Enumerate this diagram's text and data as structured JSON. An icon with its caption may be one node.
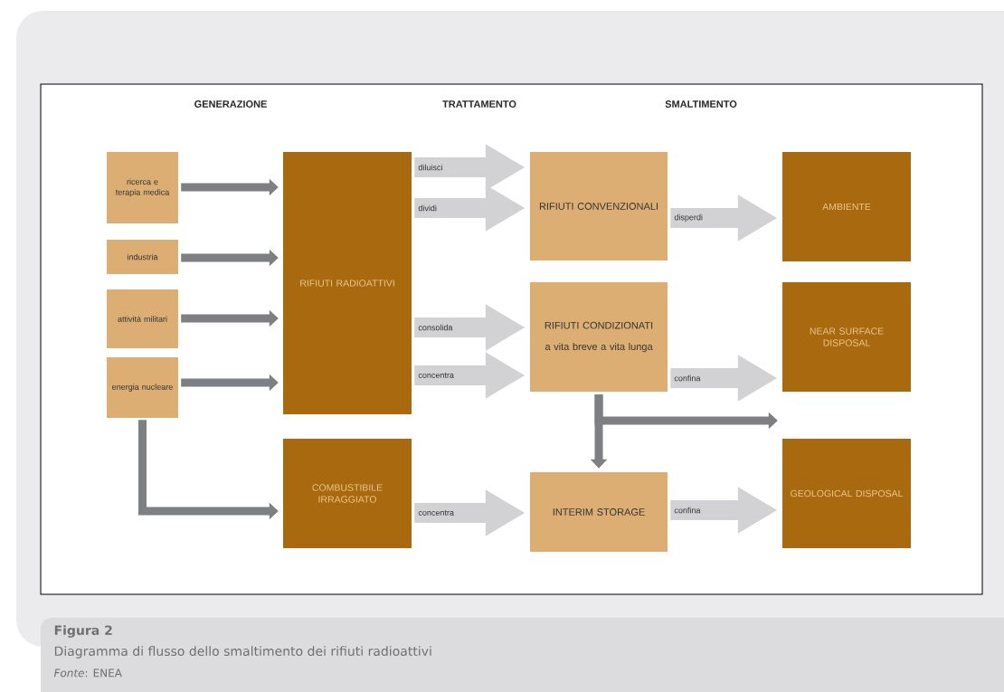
{
  "diagram": {
    "caption": "Diagramma di flusso dello smaltimento dei rifiuti radioattivi",
    "nodes": [
      {
        "text": [
          "ricerca e terapia medica"
        ]
      },
      {
        "text": [
          "industria"
        ]
      },
      {
        "text": [
          "attività militari"
        ]
      },
      {
        "text": [
          "energia nucleare"
        ]
      },
      {
        "text": [
          "RIFIUTI RADIOATTIVI"
        ]
      },
      {
        "text": [
          "COMBUSTIBILE IRRAGGIATO"
        ]
      },
      {
        "text": [
          "RIFIUTI CONVENZIONALI"
        ]
      },
      {
        "text": [
          "RIFIUTI CONDIZIONATI",
          "a vita breve a vita lunga"
        ]
      },
      {
        "text": [
          "INTERIM STORAGE"
        ]
      },
      {
        "text": [
          "AMBIENTE"
        ]
      },
      {
        "text": [
          "NEAR SURFACE DISPOSAL"
        ]
      },
      {
        "text": [
          "GEOLOGICAL DISPOSAL"
        ]
      }
    ],
    "edges": [
      {
        "from": 0,
        "to": 4,
        "arrow": "to",
        "color": "#7e7f83"
      },
      {
        "from": 1,
        "to": 4,
        "arrow": "to",
        "color": "#7e7f83"
      },
      {
        "from": 2,
        "to": 4,
        "arrow": "to",
        "color": "#7e7f83"
      },
      {
        "from": 3,
        "to": 4,
        "arrow": "to",
        "color": "#7e7f83"
      },
      {
        "from": 3,
        "to": 5,
        "arrow": "to",
        "color": "#7e7f83"
      },
      {
        "from": 4,
        "to": 6,
        "arrow": "to",
        "label": "diluisci"
      },
      {
        "from": 4,
        "to": 6,
        "arrow": "to",
        "label": "dividi"
      },
      {
        "from": 4,
        "to": 7,
        "arrow": "to",
        "label": "consolida"
      },
      {
        "from": 4,
        "to": 7,
        "arrow": "to",
        "label": "concentra"
      },
      {
        "from": 5,
        "to": 8,
        "arrow": "to",
        "label": "concentra"
      },
      {
        "from": 6,
        "to": 9,
        "arrow": "to",
        "label": "disperdi"
      },
      {
        "from": 7,
        "to": 10,
        "arrow": "to",
        "label": "confina"
      },
      {
        "from": 7,
        "to": 8,
        "arrow": "to",
        "color": "#7e7f83"
      },
      {
        "from": 7,
        "to": 11,
        "arrow": "to",
        "color": "#7e7f83"
      },
      {
        "from": 8,
        "to": 11,
        "arrow": "to",
        "label": "confina"
      }
    ],
    "labels": [
      "GENERAZIONE",
      "TRATTAMENTO",
      "SMALTIMENTO",
      "Figura 2",
      "*Fonte*: ENEA"
    ]
  }
}
